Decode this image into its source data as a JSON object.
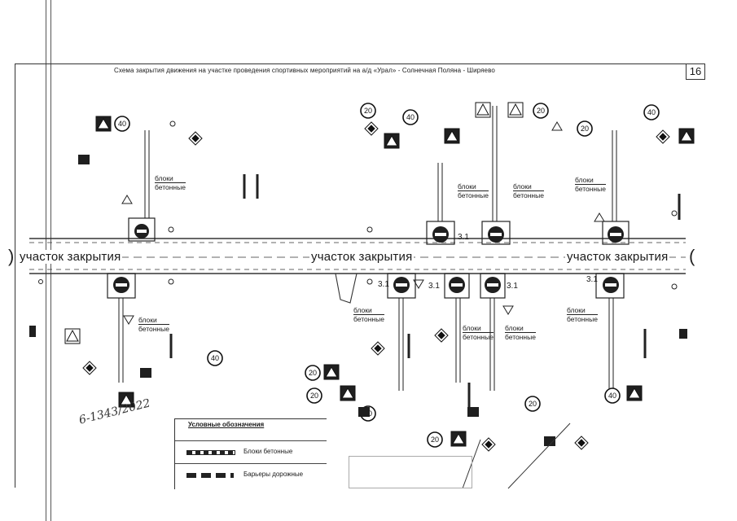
{
  "document": {
    "title": "Схема закрытия движения на участке проведения спортивных мероприятий на а/д «Урал» - Солнечная Поляна - Ширяево",
    "page_number": "16"
  },
  "road": {
    "closure_labels": [
      "участок закрытия",
      "участок закрытия",
      "участок закрытия"
    ],
    "blocks_note_line1": "блоки",
    "blocks_note_line2": "бетонные",
    "sign_number": "3.1",
    "speed_values": [
      "40",
      "20",
      "40",
      "20",
      "40",
      "20",
      "20",
      "20",
      "20",
      "40"
    ]
  },
  "legend": {
    "title": "Условные обозначения",
    "items": [
      {
        "label": "Блоки бетонные"
      },
      {
        "label": "Барьеры дорожные"
      }
    ]
  },
  "handwritten_note": "6-1343/2022",
  "colors": {
    "ink": "#1a1a1a",
    "sign_fill": "#1f1f1f",
    "road_line": "#333333"
  },
  "icons": [
    "no-entry-sign-icon",
    "warning-triangle-icon",
    "speed-limit-sign-icon",
    "priority-diamond-icon",
    "overtaking-sign-icon"
  ]
}
